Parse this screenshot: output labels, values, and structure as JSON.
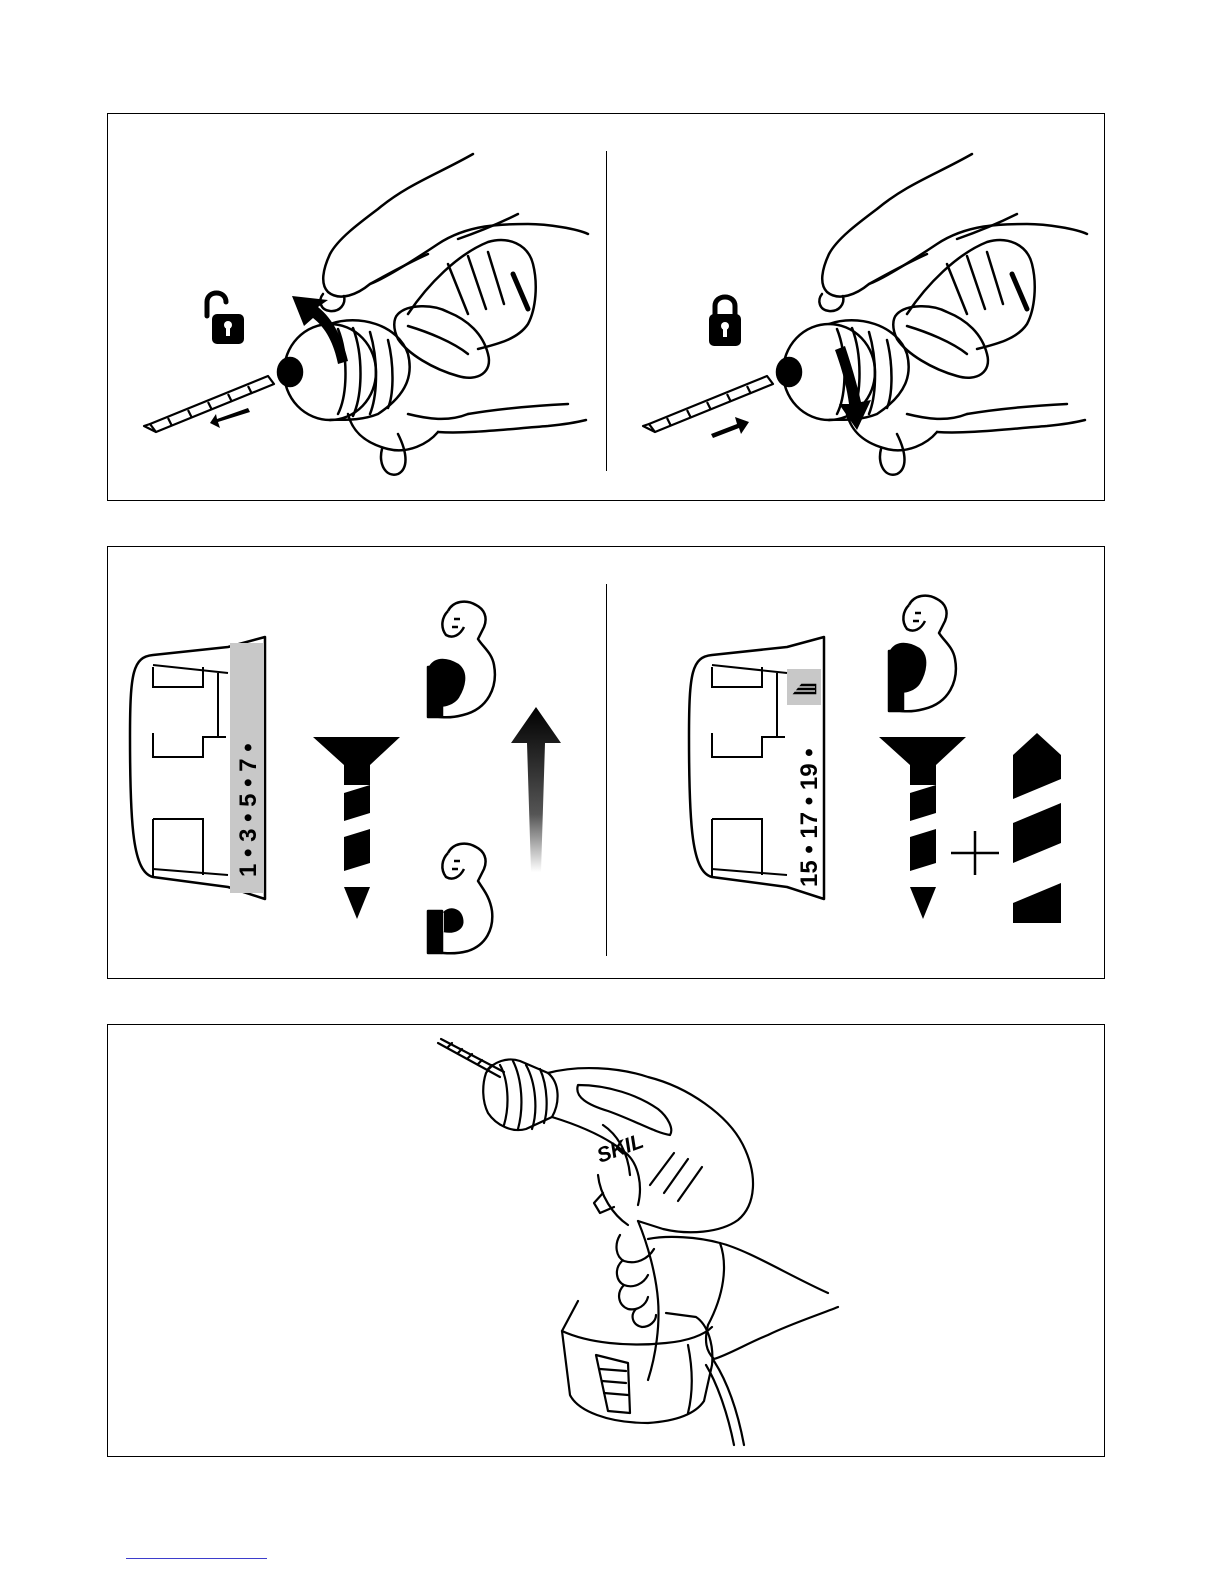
{
  "figures": [
    {
      "id": "chuck-operation",
      "panes": [
        {
          "lock_state": "unlocked"
        },
        {
          "lock_state": "locked"
        }
      ]
    },
    {
      "id": "torque-settings",
      "panes": [
        {
          "scale_text": "1 • 3 • 5 • 7 •"
        },
        {
          "scale_text": "15 • 17 • 19 •"
        }
      ]
    },
    {
      "id": "drill-in-hand",
      "brand": "SKIL"
    }
  ],
  "colors": {
    "line": "#000000",
    "highlight": "#c8c8c8",
    "footer_rule": "#3d3dcc"
  }
}
